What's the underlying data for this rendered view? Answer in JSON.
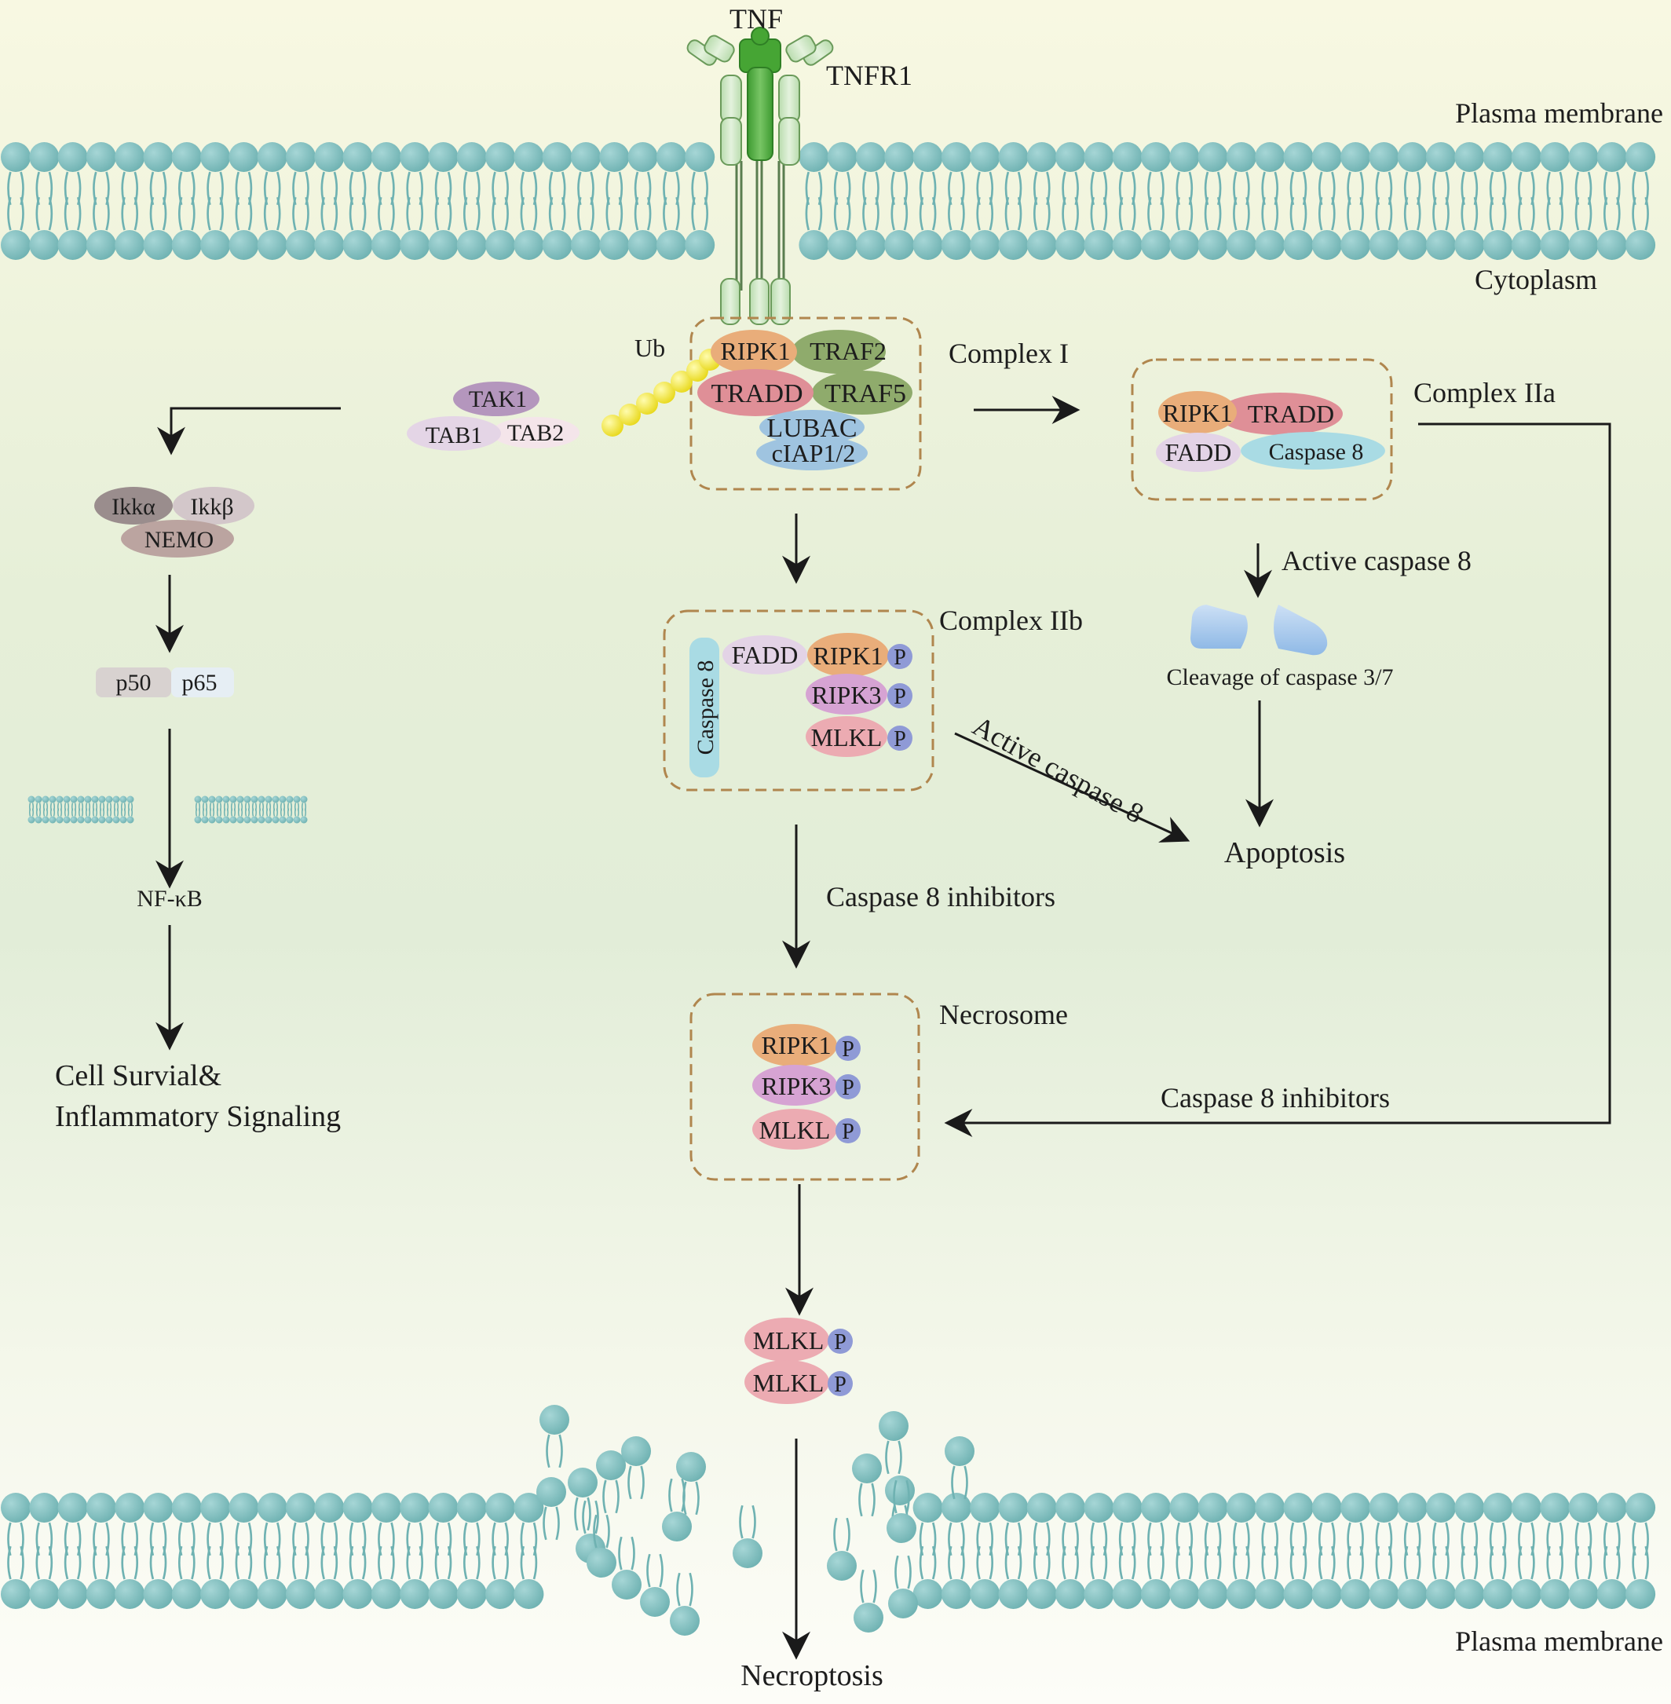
{
  "labels": {
    "tnf": "TNF",
    "tnfr1": "TNFR1",
    "plasma_membrane_top": "Plasma membrane",
    "cytoplasm": "Cytoplasm",
    "plasma_membrane_bottom": "Plasma membrane",
    "ub": "Ub"
  },
  "complex_i": {
    "title": "Complex I",
    "ripk1": "RIPK1",
    "traf2": "TRAF2",
    "tradd": "TRADD",
    "traf5": "TRAF5",
    "lubac": "LUBAC",
    "ciap": "cIAP1/2"
  },
  "tak": {
    "tak1": "TAK1",
    "tab1": "TAB1",
    "tab2": "TAB2"
  },
  "ikk": {
    "ikka": "Ikkα",
    "ikkb": "Ikkβ",
    "nemo": "NEMO"
  },
  "nfkb_dimer": {
    "p50": "p50",
    "p65": "p65"
  },
  "nfkb": "NF-κB",
  "survival": {
    "line1": "Cell Survial&",
    "line2": "Inflammatory Signaling"
  },
  "complex_iia": {
    "title": "Complex IIa",
    "ripk1": "RIPK1",
    "tradd": "TRADD",
    "fadd": "FADD",
    "caspase8": "Caspase 8"
  },
  "complex_iib": {
    "title": "Complex IIb",
    "caspase8": "Caspase 8",
    "fadd": "FADD",
    "ripk1": "RIPK1",
    "ripk3": "RIPK3",
    "mlkl": "MLKL",
    "p": "P"
  },
  "active_caspase8_top": "Active caspase 8",
  "active_caspase8_diag": "Active caspase 8",
  "cleavage": "Cleavage of caspase 3/7",
  "apoptosis": "Apoptosis",
  "casp8_inhibitors_center": "Caspase 8 inhibitors",
  "casp8_inhibitors_right": "Caspase 8 inhibitors",
  "necrosome": {
    "title": "Necrosome",
    "ripk1": "RIPK1",
    "ripk3": "RIPK3",
    "mlkl": "MLKL",
    "p": "P"
  },
  "mlkl_oligomer": {
    "mlkl": "MLKL",
    "p": "P"
  },
  "necroptosis": "Necroptosis",
  "colors": {
    "bg_top": "#f8f8e2",
    "bg_mid": "#e3eed9",
    "bg_bottom": "#fbfcf7",
    "membrane": "#7dbcbc",
    "receptor": "#4caa3c",
    "ripk1": "#e9ad7a",
    "traf": "#8fab6c",
    "tradd": "#df8f97",
    "lubac": "#9fc4e0",
    "fadd": "#e3d3e6",
    "caspase8": "#a9dbe4",
    "ripk3": "#d6a3d3",
    "mlkl": "#ecabb2",
    "phospho": "#8f9ad6",
    "tak1": "#b496bd",
    "ikka": "#9a8d8d",
    "nemo": "#bba4a0",
    "ub": "#f0e22e",
    "complex_border": "#b0864e",
    "arrow": "#1a1a1a"
  }
}
